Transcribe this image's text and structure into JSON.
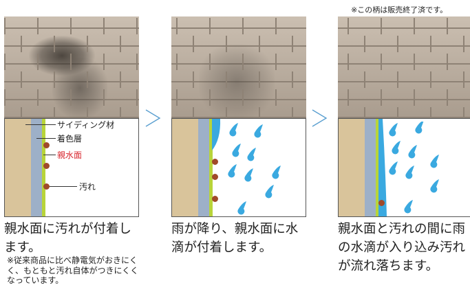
{
  "note": "※この柄は販売終了済です。",
  "labels": {
    "siding": "サイディング材",
    "color_layer": "着色層",
    "hydrophilic": "親水面",
    "dirt": "汚れ"
  },
  "captions": [
    "親水面に汚れが付着します。",
    "雨が降り、親水面に水滴が付着します。",
    "親水面と汚れの間に雨の水滴が入り込み汚れが流れ落ちます。"
  ],
  "footnote": "※従来商品に比べ静電気がおきにくく、もともと汚れ自体がつきにくくなっています。",
  "colors": {
    "siding": "#d9c49b",
    "color_layer": "#9db0c8",
    "hydrophilic_line": "#b8d43a",
    "dirt": "#a04a2a",
    "water": "#3aa9e0",
    "arrow": "#5a9fd0",
    "label_red": "#d8262e"
  },
  "icons": [
    "right-arrow-icon",
    "water-drop-icon"
  ]
}
